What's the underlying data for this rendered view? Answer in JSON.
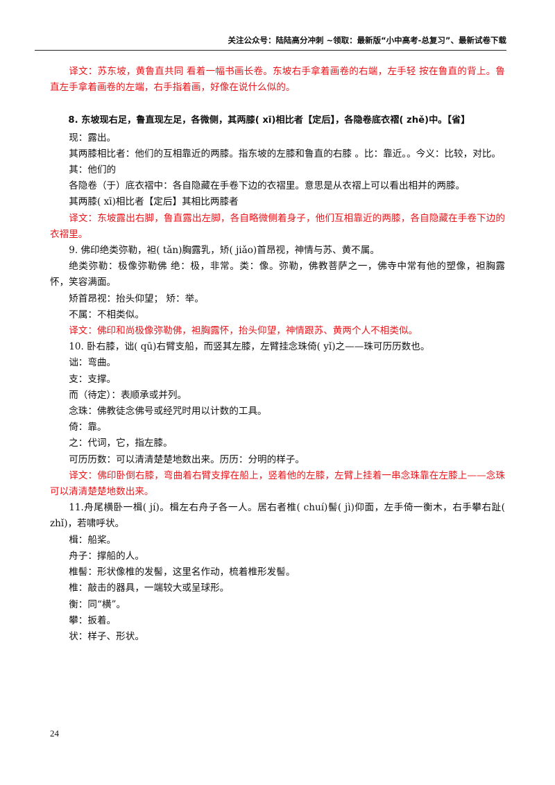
{
  "header": {
    "text": "关注公众号：陆陆高分冲刺 ~领取：最新版“小中高考-总复习”、最新试卷下载"
  },
  "paragraphs": [
    {
      "text": "译文：苏东坡，黄鲁直共同 看着一幅书画长卷。东坡右手拿着画卷的右端，左手轻 按在鲁直的背上。鲁直左手拿着画卷的左端，右手指着画，好像在说什么似的。",
      "style": "red"
    },
    {
      "text": "8. 东坡现右足，鲁直现左足，各微侧，其两膝( xī)相比者【定后】，各隐卷底衣褶( zhě)中。【省】",
      "style": "bold"
    },
    {
      "text": "现：露出。",
      "style": ""
    },
    {
      "text": "其两膝相比者：他们的互相靠近的两膝。指东坡的左膝和鲁直的右膝 。比：靠近。。今义：比较，对比。",
      "style": ""
    },
    {
      "text": "其：他们的",
      "style": ""
    },
    {
      "text": "各隐卷（于）底衣褶中：各自隐藏在手卷下边的衣褶里。意思是从衣褶上可以看出相并的两膝。",
      "style": ""
    },
    {
      "text": "其两膝( xī)相比者【定后】其相比两膝者",
      "style": ""
    },
    {
      "text": "译文：东坡露出右脚，鲁直露出左脚，各自略微侧着身子，他们互相靠近的两膝，各自隐藏在手卷下边的衣褶里。",
      "style": "red"
    },
    {
      "text": "9. 佛印绝类弥勒，袒( tǎn)胸露乳，矫( jiǎo)首昂视，神情与苏、黄不属。",
      "style": ""
    },
    {
      "text": "绝类弥勒：极像弥勒佛    绝：极，非常。类：像。弥勒，佛教菩萨之一，佛寺中常有他的塑像，袒胸露怀，笑容满面。",
      "style": ""
    },
    {
      "text": "矫首昂视：抬头仰望；  矫：举。",
      "style": ""
    },
    {
      "text": "不属：不相类似。",
      "style": ""
    },
    {
      "text": "译文：佛印和尚极像弥勒佛，袒胸露怀，抬头仰望，神情跟苏、黄两个人不相类似。",
      "style": "red"
    },
    {
      "text": "10. 卧右膝，诎( qū)右臂支船，而竖其左膝，左臂挂念珠倚( yǐ)之——珠可历历数也。",
      "style": ""
    },
    {
      "text": "诎：弯曲。",
      "style": ""
    },
    {
      "text": "支：支撑。",
      "style": ""
    },
    {
      "text": "而（待定）：表顺承或并列。",
      "style": ""
    },
    {
      "text": "念珠：佛教徒念佛号或经咒时用以计数的工具。",
      "style": ""
    },
    {
      "text": "倚：靠。",
      "style": ""
    },
    {
      "text": "之：代词，它，指左膝。",
      "style": ""
    },
    {
      "text": "可历历数：可以清清楚楚地数出来。历历：分明的样子。",
      "style": ""
    },
    {
      "text": "译文：佛印卧倒右膝，弯曲着右臂支撑在船上，竖着他的左膝，左臂上挂着一串念珠靠在左膝上——念珠可以清清楚楚地数出来。",
      "style": "red"
    },
    {
      "text": "11.舟尾横卧一楫( jí)。楫左右舟子各一人。居右者椎( chuí)髻( jì)仰面，左手倚一衡木，右手攀右趾( zhǐ)，若啸呼状。",
      "style": ""
    },
    {
      "text": "楫：船桨。",
      "style": ""
    },
    {
      "text": "舟子：撑船的人。",
      "style": ""
    },
    {
      "text": "椎髻：形状像椎的发髻，这里名作动，梳着椎形发髻。",
      "style": ""
    },
    {
      "text": "椎：敲击的器具，一端较大或呈球形。",
      "style": ""
    },
    {
      "text": "衡：同“横”。",
      "style": ""
    },
    {
      "text": "攀：扳着。",
      "style": ""
    },
    {
      "text": "状：样子、形状。",
      "style": ""
    }
  ],
  "page_number": "24"
}
